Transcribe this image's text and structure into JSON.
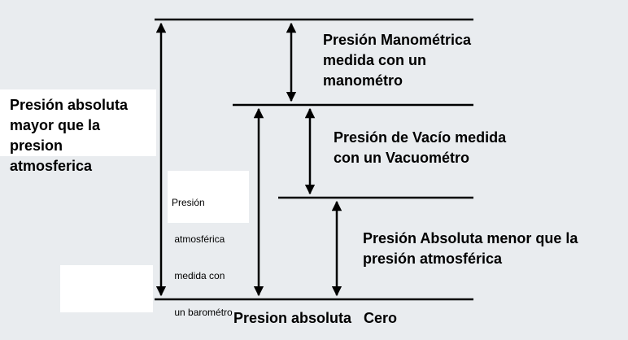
{
  "colors": {
    "background": "#e9ecef",
    "patch": "#ffffff",
    "ink": "#000000"
  },
  "labels": {
    "gauge_pressure": [
      "Presión Manométrica",
      "medida con un",
      "manométro"
    ],
    "vacuum_pressure": [
      "Presión de Vacío medida",
      "con un Vacuométro"
    ],
    "absolute_below_atm": [
      "Presión Absoluta menor que la",
      "presión atmosférica"
    ],
    "absolute_above_atm": [
      "Presión absoluta",
      "mayor que la",
      "presion",
      "atmosferica"
    ],
    "atmospheric_pressure": [
      "Presión",
      " atmosférica",
      " medida con",
      " un barométro"
    ],
    "absolute_zero": "Presion absoluta   Cero"
  }
}
